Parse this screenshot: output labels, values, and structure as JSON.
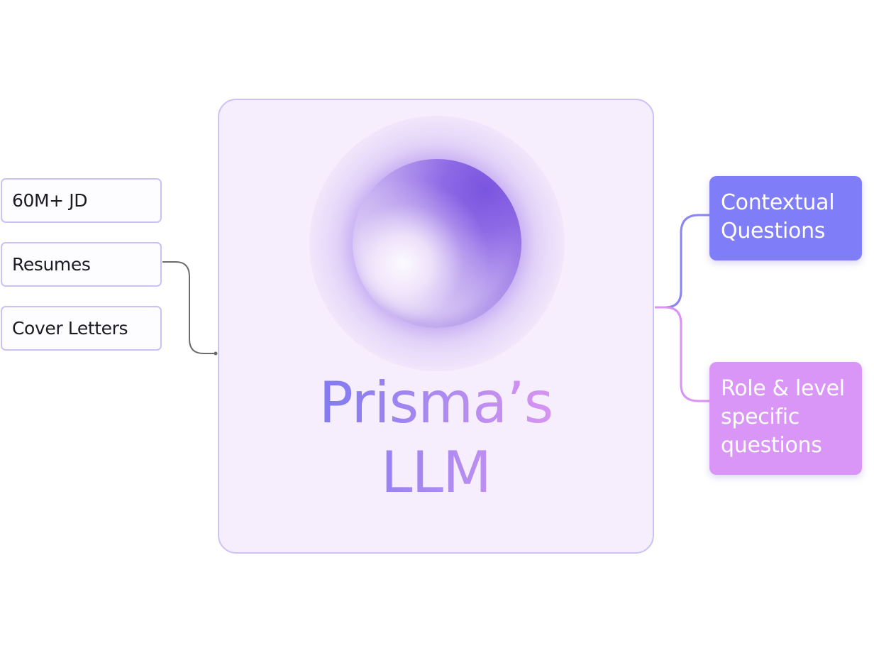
{
  "inputs": {
    "items": [
      {
        "label": "60M+ JD"
      },
      {
        "label": "Resumes"
      },
      {
        "label": "Cover Letters"
      }
    ]
  },
  "llm": {
    "title_line1": "Prisma’s",
    "title_line2": "LLM"
  },
  "outputs": {
    "contextual": {
      "line1": "Contextual",
      "line2": "Questions",
      "color": "#7f7df8"
    },
    "role": {
      "line1": "Role & level",
      "line2": "specific",
      "line3": "questions",
      "color": "#da96f6"
    }
  },
  "colors": {
    "input_border": "#c9c2f2",
    "card_background": "#f6eefc",
    "input_connector": "#6b6b6b",
    "accent_blue": "#7f7df8",
    "accent_pink": "#da96f6"
  }
}
